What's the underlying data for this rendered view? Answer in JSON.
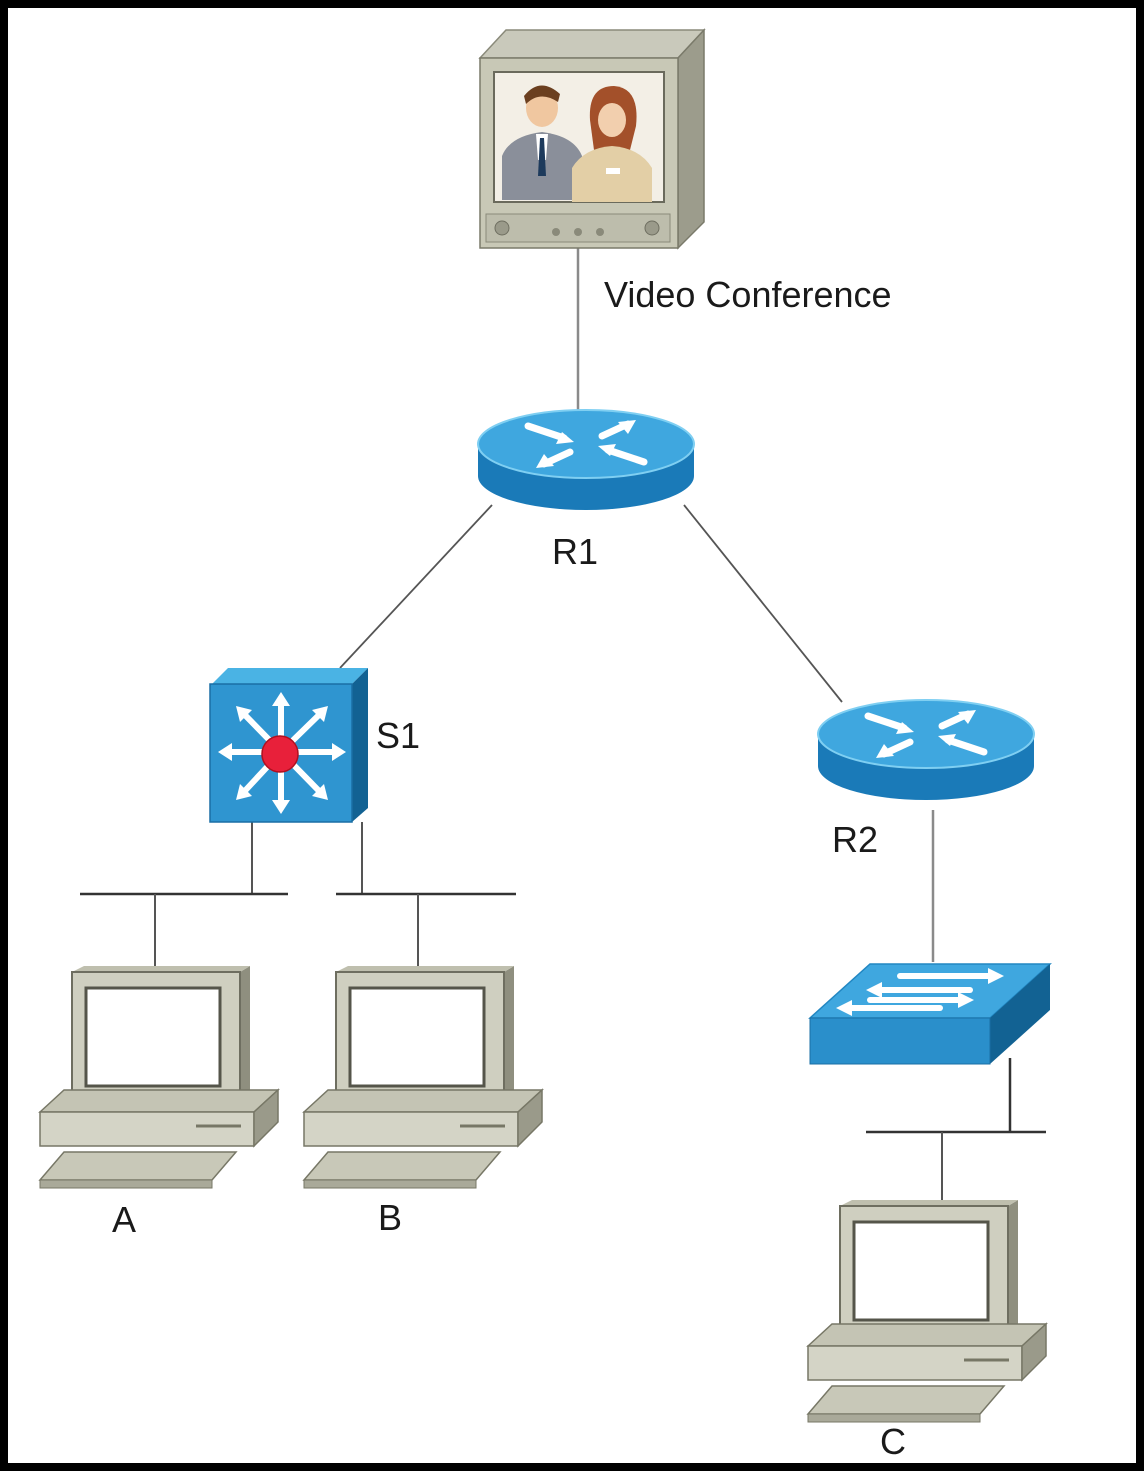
{
  "labels": {
    "video_conference": "Video Conference",
    "r1": "R1",
    "r2": "R2",
    "s1": "S1",
    "pc_a": "A",
    "pc_b": "B",
    "pc_c": "C"
  },
  "colors": {
    "frame": "#000000",
    "background": "#ffffff",
    "device_blue_top": "#3fa7df",
    "device_blue_side": "#1a7ab8",
    "device_blue_dark": "#126293",
    "pc_beige_light": "#d9d9cc",
    "pc_beige_mid": "#bfbfae",
    "pc_beige_dark": "#8f8f7f",
    "link_gray": "#6e6e6e",
    "bus_black": "#333333",
    "s1_core_red": "#e8203a"
  },
  "icons": {
    "video_conference": "video-terminal-icon",
    "router": "router-icon",
    "multilayer_switch": "multilayer-switch-icon",
    "workgroup_switch": "workgroup-switch-icon",
    "workstation": "workstation-icon"
  }
}
